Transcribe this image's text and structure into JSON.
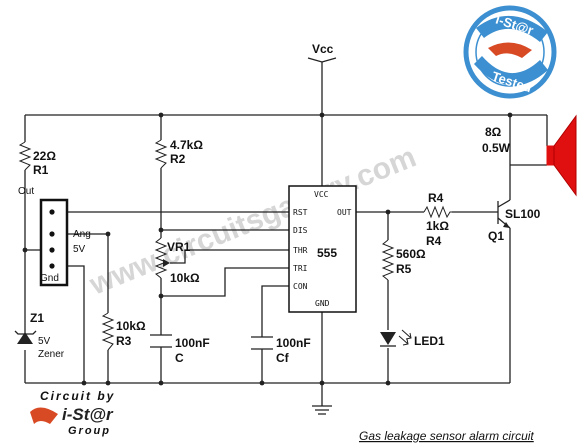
{
  "supply": {
    "vcc": "Vcc"
  },
  "ic": {
    "name": "555",
    "pin_vcc": "VCC",
    "pin_rst": "RST",
    "pin_dis": "DIS",
    "pin_thr": "THR",
    "pin_tri": "TRI",
    "pin_con": "CON",
    "pin_out": "OUT",
    "pin_gnd": "GND"
  },
  "sensor": {
    "out": "Out",
    "ang": "Ang",
    "v5": "5V",
    "gnd": "Gnd"
  },
  "components": {
    "r1_value": "22Ω",
    "r1_name": "R1",
    "r2_value": "4.7kΩ",
    "r2_name": "R2",
    "vr1_name": "VR1",
    "vr1_value": "10kΩ",
    "r3_value": "10kΩ",
    "r3_name": "R3",
    "c_value": "100nF",
    "c_name": "C",
    "cf_value": "100nF",
    "cf_name": "Cf",
    "r4_name": "R4",
    "r4_value": "1kΩ",
    "r4_name2": "R4",
    "r5_value": "560Ω",
    "r5_name": "R5",
    "led_name": "LED1",
    "q1_type": "SL100",
    "q1_name": "Q1",
    "z1_name": "Z1",
    "z1_v": "5V",
    "z1_type": "Zener",
    "spk_ohm": "8Ω",
    "spk_w": "0.5W"
  },
  "watermark": "www.circuitsgallery.com",
  "stamp": {
    "top": "i-St@r",
    "bottom": "Tested"
  },
  "brand": {
    "line1": "Circuit by",
    "line2": "i-St@r",
    "line3": "Group"
  },
  "caption": "Gas leakage sensor alarm circuit",
  "colors": {
    "stamp_blue": "#3c8fd0",
    "brand_red": "#d84a24",
    "speaker_red": "#e01010"
  }
}
